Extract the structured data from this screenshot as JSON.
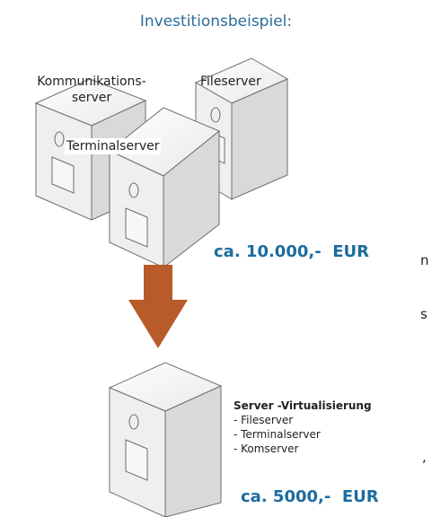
{
  "heading": "Investitionsbeispiel:",
  "servers": {
    "kommunikation": "Kommunikations-\nserver",
    "fileserver": "Fileserver",
    "terminal": "Terminalserver"
  },
  "price_before": "ca. 10.000,-  EUR",
  "virtualization": {
    "title": "Server -Virtualisierung",
    "items": [
      "- Fileserver",
      "- Terminalserver",
      "- Komserver"
    ]
  },
  "price_after": "ca. 5000,-  EUR",
  "edge_text": [
    "n",
    "s",
    ","
  ],
  "colors": {
    "accent": "#2a6c9c",
    "price": "#1c6c9e",
    "arrow": "#b85a2a",
    "cube_face": "#f2f2f2",
    "cube_side": "#dcdcdc",
    "cube_stroke": "#6e6e6e"
  }
}
